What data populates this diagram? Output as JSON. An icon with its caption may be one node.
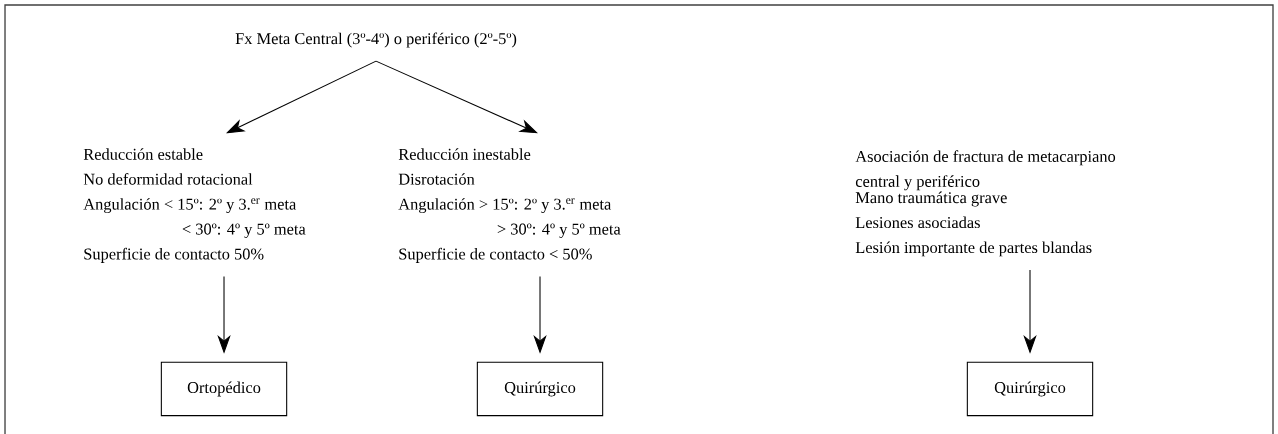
{
  "diagram": {
    "nodes": [
      {
        "text": [
          "Fx Meta Central (3º-4º) o periférico (2º-5º)"
        ]
      },
      {
        "text": [
          "Reducción estable",
          "No deformidad rotacional",
          "Angulación < 15º: 2º y 3.$^{er}$ meta",
          "< 30º: 4º y 5º meta",
          "Superficie de contacto 50%"
        ]
      },
      {
        "text": [
          "Reducción inestable",
          "Disrotación",
          "Angulación > 15º: 2º y 3.$^{er}$ meta",
          "> 30º: 4º y 5º meta",
          "Superficie de contacto < 50%"
        ]
      },
      {
        "text": [
          "Asociación de fractura de metacarpiano central y periférico",
          "Mano traumática grave",
          "Lesiones asociadas",
          "Lesión importante de partes blandas"
        ]
      },
      {
        "text": [
          "Ortopédico"
        ]
      },
      {
        "text": [
          "Quirúrgico"
        ]
      },
      {
        "text": [
          "Quirúrgico"
        ]
      }
    ],
    "edges": [
      {
        "from": 0,
        "to": 1,
        "arrow": "to"
      },
      {
        "from": 0,
        "to": 2,
        "arrow": "to"
      },
      {
        "from": 1,
        "to": 4,
        "arrow": "to"
      },
      {
        "from": 2,
        "to": 5,
        "arrow": "to"
      },
      {
        "from": 3,
        "to": 6,
        "arrow": "to"
      }
    ]
  }
}
